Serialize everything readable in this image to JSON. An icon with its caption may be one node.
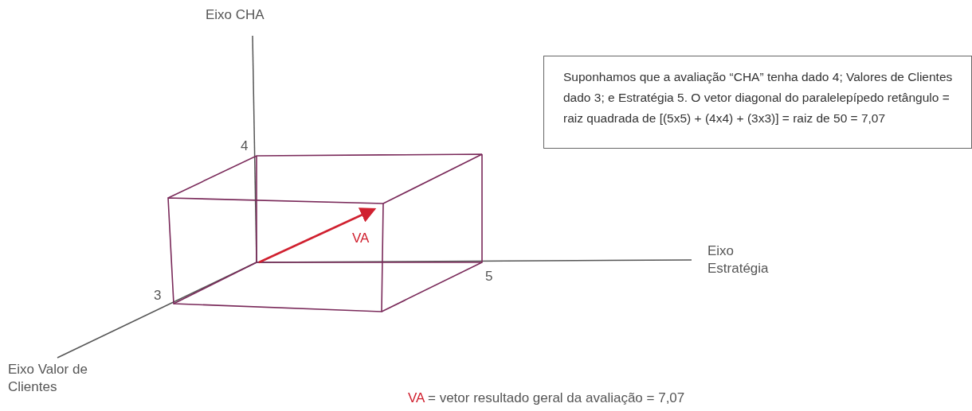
{
  "diagram": {
    "nodes": [
      {
        "text": [
          "Suponhamos que a avaliação “CHA” tenha dado 4; Valores de Clientes dado 3; e Estratégia 5. O vetor diagonal do paralelepípedo retângulo = raiz quadrada de [(5x5) + (4x4) + (3x3)] = raiz de 50 = 7,07"
        ]
      }
    ],
    "edges": [],
    "labels": [
      "Eixo CHA",
      "4",
      "VA",
      "Eixo Estratégia",
      "5",
      "3",
      "Eixo Valor de Clientes",
      "VA",
      "= vetor resultado geral da avaliação = 7,07"
    ]
  }
}
